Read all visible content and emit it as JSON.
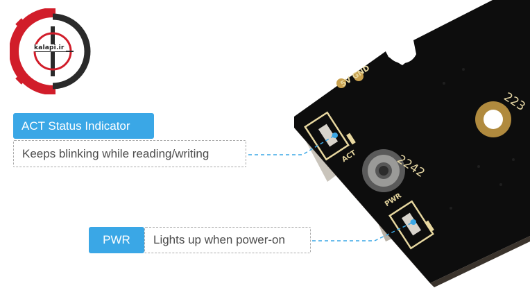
{
  "logo": {
    "text": "kalapi.ir",
    "colors": {
      "gear": "#d11d2a",
      "dark": "#2a2a2a"
    }
  },
  "board": {
    "labels": {
      "power_pins": "5V GND",
      "act": "ACT",
      "pwr": "PWR",
      "size_2242": "2242",
      "size_2230": "223"
    }
  },
  "callouts": {
    "act": {
      "title": "ACT Status Indicator",
      "description": "Keeps blinking while reading/writing"
    },
    "pwr": {
      "title": "PWR",
      "description": "Lights up when power-on"
    }
  },
  "colors": {
    "accent": "#3aa7e6",
    "pcb": "#0d0d0d",
    "silkscreen": "#e8d8a0",
    "gold_pad": "#c9a14f"
  }
}
